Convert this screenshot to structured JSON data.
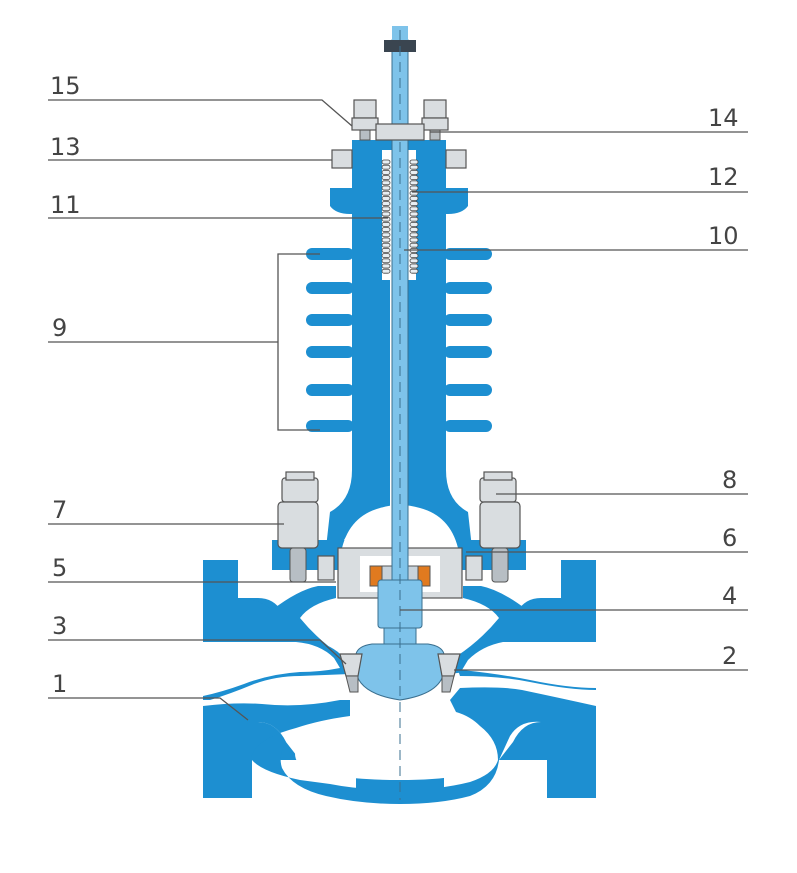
{
  "colors": {
    "body": "#1d8fd1",
    "body_dark": "#1677b3",
    "bore": "#ffffff",
    "steel": "#d9dde0",
    "steel_shade": "#b7bec4",
    "stem": "#7ec3ea",
    "packing_ring": "#e07a1f",
    "leader_line": "#555555",
    "label_text": "#444444"
  },
  "labels": [
    {
      "id": "15",
      "text": "15"
    },
    {
      "id": "14",
      "text": "14"
    },
    {
      "id": "13",
      "text": "13"
    },
    {
      "id": "12",
      "text": "12"
    },
    {
      "id": "11",
      "text": "11"
    },
    {
      "id": "10",
      "text": "10"
    },
    {
      "id": "9",
      "text": "9"
    },
    {
      "id": "8",
      "text": "8"
    },
    {
      "id": "7",
      "text": "7"
    },
    {
      "id": "6",
      "text": "6"
    },
    {
      "id": "5",
      "text": "5"
    },
    {
      "id": "4",
      "text": "4"
    },
    {
      "id": "3",
      "text": "3"
    },
    {
      "id": "2",
      "text": "2"
    },
    {
      "id": "1",
      "text": "1"
    }
  ]
}
